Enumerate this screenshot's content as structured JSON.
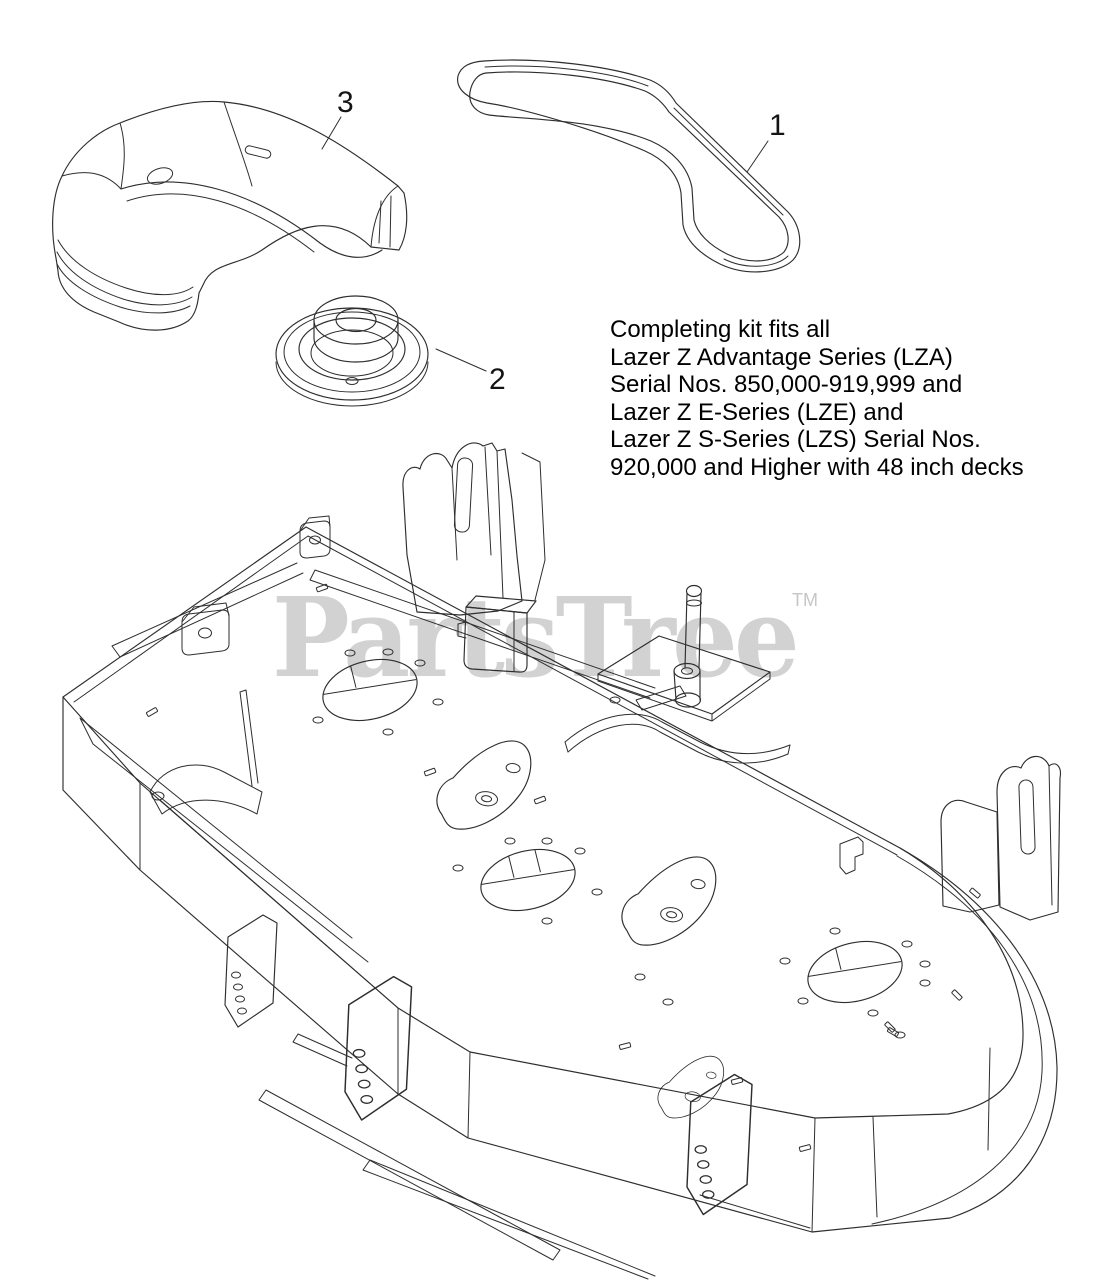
{
  "fitment_note": {
    "lines": [
      "Completing kit fits all",
      "Lazer Z Advantage Series (LZA)",
      "Serial Nos. 850,000-919,999 and",
      "Lazer Z E-Series (LZE) and",
      "Lazer Z S-Series (LZS) Serial Nos.",
      "920,000 and Higher with 48 inch decks"
    ]
  },
  "watermark": {
    "text": "PartsTree",
    "tm_symbol": "TM",
    "color": "#d2d2d2"
  },
  "callouts": {
    "belt": {
      "number": "1"
    },
    "pulley": {
      "number": "2"
    },
    "belt_cover": {
      "number": "3"
    }
  },
  "drawing": {
    "line_color": "#2e2e2e",
    "background": "#ffffff"
  }
}
